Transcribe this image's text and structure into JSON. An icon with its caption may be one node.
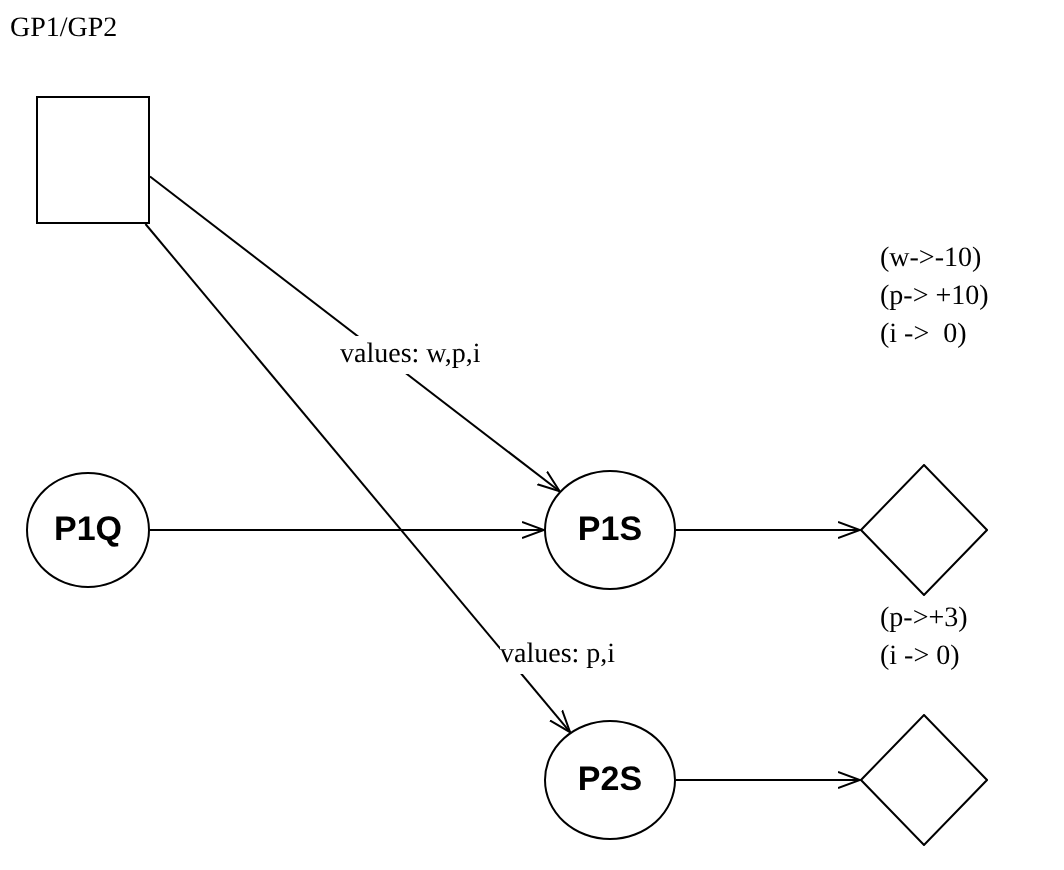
{
  "diagram": {
    "nodes": [
      {
        "text": [
          "GP1/GP2"
        ]
      },
      {
        "text": [
          "P1Q"
        ]
      },
      {
        "text": [
          "P1S"
        ]
      },
      {
        "text": [],
        "shape": "diamond",
        "beside": [
          "(w->-10)",
          "(p-> +10)",
          "(i ->  0)"
        ]
      },
      {
        "text": [
          "P2S"
        ]
      },
      {
        "text": [],
        "shape": "diamond",
        "beside": [
          "(p->+3)",
          "(i -> 0)"
        ]
      }
    ],
    "edges": [
      {
        "from": 0,
        "to": 2,
        "arrow": "to",
        "label": "values: w,p,i"
      },
      {
        "from": 0,
        "to": 4,
        "arrow": "to",
        "label": "values: p,i"
      },
      {
        "from": 1,
        "to": 2,
        "arrow": "to"
      },
      {
        "from": 2,
        "to": 3,
        "arrow": "to"
      },
      {
        "from": 4,
        "to": 5,
        "arrow": "to"
      }
    ]
  }
}
